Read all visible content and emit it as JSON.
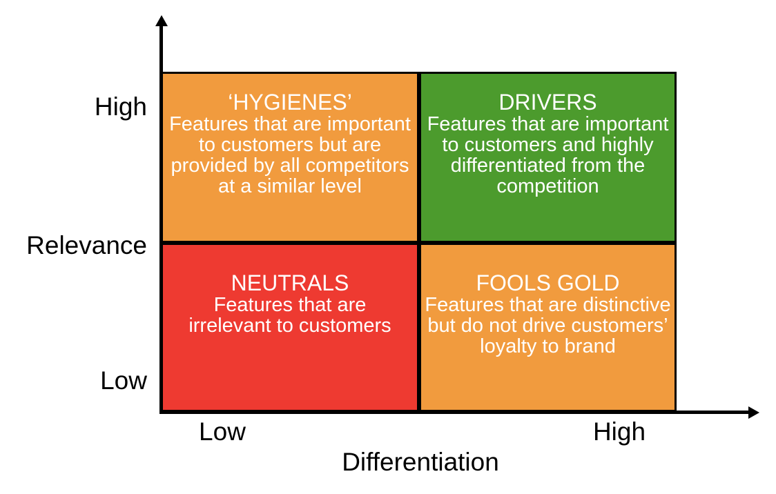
{
  "figure": {
    "type": "2x2-quadrant-matrix",
    "y_axis": {
      "label": "Relevance",
      "top_label": "High",
      "bottom_label": "Low"
    },
    "x_axis": {
      "label": "Differentiation",
      "left_label": "Low",
      "right_label": "High"
    },
    "quadrants": [
      {
        "position": "top-left",
        "title": "‘HYGIENES’",
        "description": "Features that are important to customers but are provided by all competitors at a similar level",
        "color": "#F19B3E"
      },
      {
        "position": "top-right",
        "title": "DRIVERS",
        "description": "Features that are important to customers and highly differentiated from the competition",
        "color": "#4C9B2D"
      },
      {
        "position": "bottom-left",
        "title": "NEUTRALS",
        "description": "Features that are irrelevant to customers",
        "color": "#EE3A31"
      },
      {
        "position": "bottom-right",
        "title": "FOOLS GOLD",
        "description": "Features that are distinctive but do not drive customers’ loyalty to brand",
        "color": "#F19B3E"
      }
    ],
    "colors": {
      "quadrant_text": "#FFFFFF",
      "axis": "#000000",
      "label_text": "#000000",
      "border": "#000000",
      "background": "#FFFFFF"
    }
  }
}
